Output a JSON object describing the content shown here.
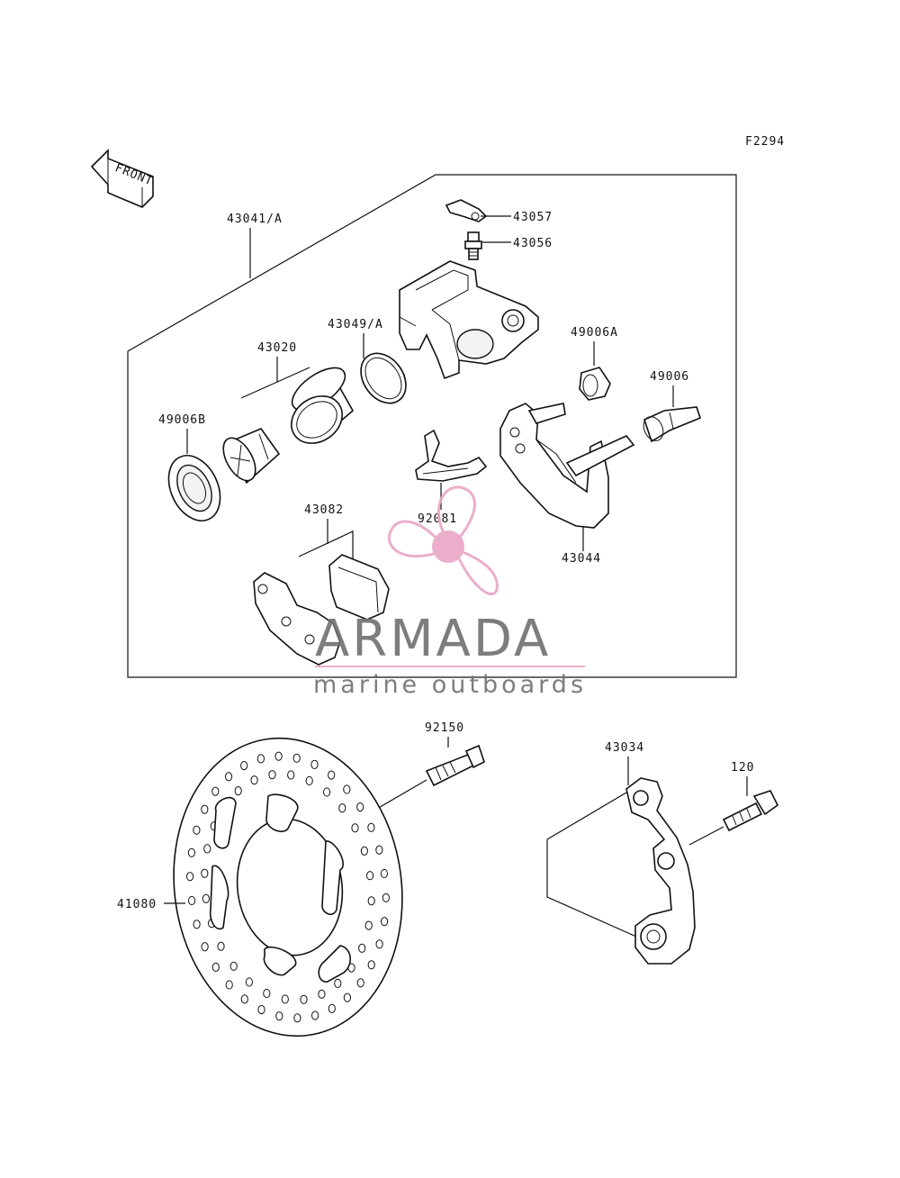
{
  "diagram": {
    "figure_code": "F2294",
    "front_label": "FRONT",
    "parts": {
      "p43057": "43057",
      "p43056": "43056",
      "p43041A": "43041/A",
      "p43049A": "43049/A",
      "p43020": "43020",
      "p49006A": "49006A",
      "p49006": "49006",
      "p49006B": "49006B",
      "p92081": "92081",
      "p43044": "43044",
      "p43082": "43082",
      "p92150": "92150",
      "p43034": "43034",
      "p120": "120",
      "p41080": "41080"
    }
  },
  "watermark": {
    "brand": "ARMADA",
    "tagline": "marine outboards",
    "accent_color": "#e8a6c6",
    "text_color": "#707070"
  }
}
